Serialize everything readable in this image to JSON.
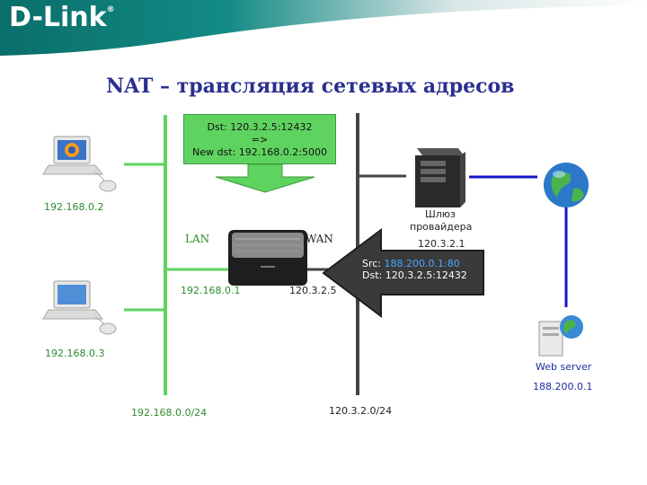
{
  "brand": {
    "logo": "D-Link",
    "registered": "®"
  },
  "title": "NAT – трансляция сетевых адресов",
  "labels": {
    "pc1_ip": "192.168.0.2",
    "pc2_ip": "192.168.0.3",
    "lan": "LAN",
    "wan": "WAN",
    "router_lan_ip": "192.168.0.1",
    "router_wan_ip": "120.3.2.5",
    "lan_subnet": "192.168.0.0/24",
    "wan_subnet": "120.3.2.0/24",
    "gateway_line1": "Шлюз",
    "gateway_line2": "провайдера",
    "gateway_ip": "120.3.2.1",
    "webserver": "Web server",
    "webserver_ip": "188.200.0.1"
  },
  "callout_top": {
    "line1": "Dst: 120.3.2.5:12432",
    "line2": "=>",
    "line3": "New dst: 192.168.0.2:5000"
  },
  "callout_return": {
    "src_label": "Src: ",
    "src_value": "188.200.0.1:80",
    "dst": "Dst: 120.3.2.5:12432"
  },
  "colors": {
    "lan_line": "#5fd35f",
    "wan_line": "#444444",
    "internet_line": "#1515c8",
    "title": "#2b2f8f",
    "header": "#0a6e6a"
  },
  "icons": [
    "laptop-firefox-icon",
    "laptop-icon",
    "router-icon",
    "server-tower-icon",
    "globe-icon",
    "web-server-icon"
  ]
}
